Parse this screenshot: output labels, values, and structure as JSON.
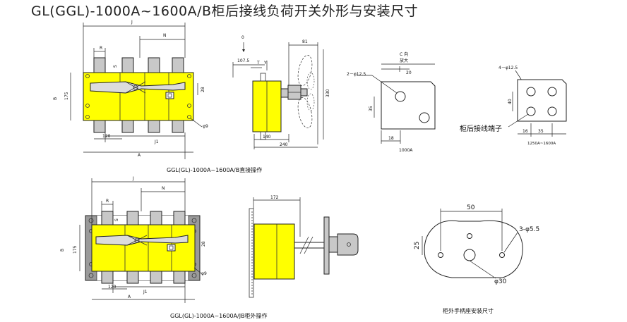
{
  "title": "GL(GGL)-1000A~1600A/B柜后接线负荷开关外形与安装尺寸",
  "colors": {
    "switch_body": "#ffff00",
    "terminal_gray": "#c8c8c8",
    "mount_plate": "#9a9a9a",
    "line": "#222222"
  },
  "top_front": {
    "J": "J",
    "N": "N",
    "R": "R",
    "S": "S",
    "B": "B",
    "d175": "175",
    "d28": "28",
    "J1": "J1",
    "d120": "120",
    "A": "A",
    "phi9": "φ9",
    "caption": "GGL(GL)-1000A~1600A/B直接操作"
  },
  "top_side": {
    "O": "0",
    "d107_5": "107.5",
    "T": "T",
    "Y": "Y",
    "d81": "81",
    "d330": "330",
    "d140": "140",
    "d240": "240"
  },
  "detail_c": {
    "header1": "C 向",
    "header2": "放大",
    "d20": "20",
    "hole_label": "2－φ12.5",
    "d35": "35",
    "d18": "18",
    "current": "1000A"
  },
  "detail_4": {
    "hole_label": "4－φ12.5",
    "d40": "40",
    "terminal_label": "柜后接线端子",
    "d16": "16",
    "d35": "35",
    "current": "1250A~1600A"
  },
  "bottom_front": {
    "J": "J",
    "N": "N",
    "R": "R",
    "S": "S",
    "B": "B",
    "d175": "175",
    "d28": "28",
    "J1": "J1",
    "d120": "120",
    "A": "A",
    "phi9": "φ9",
    "caption": "GGL(GL)-1000A~1600A/JB柜外操作"
  },
  "bottom_side": {
    "d172": "172"
  },
  "handle_seat": {
    "d50": "50",
    "d25": "25",
    "holes": "3-φ5.5",
    "phi30": "φ30",
    "caption": "柜外手柄座安装尺寸"
  }
}
